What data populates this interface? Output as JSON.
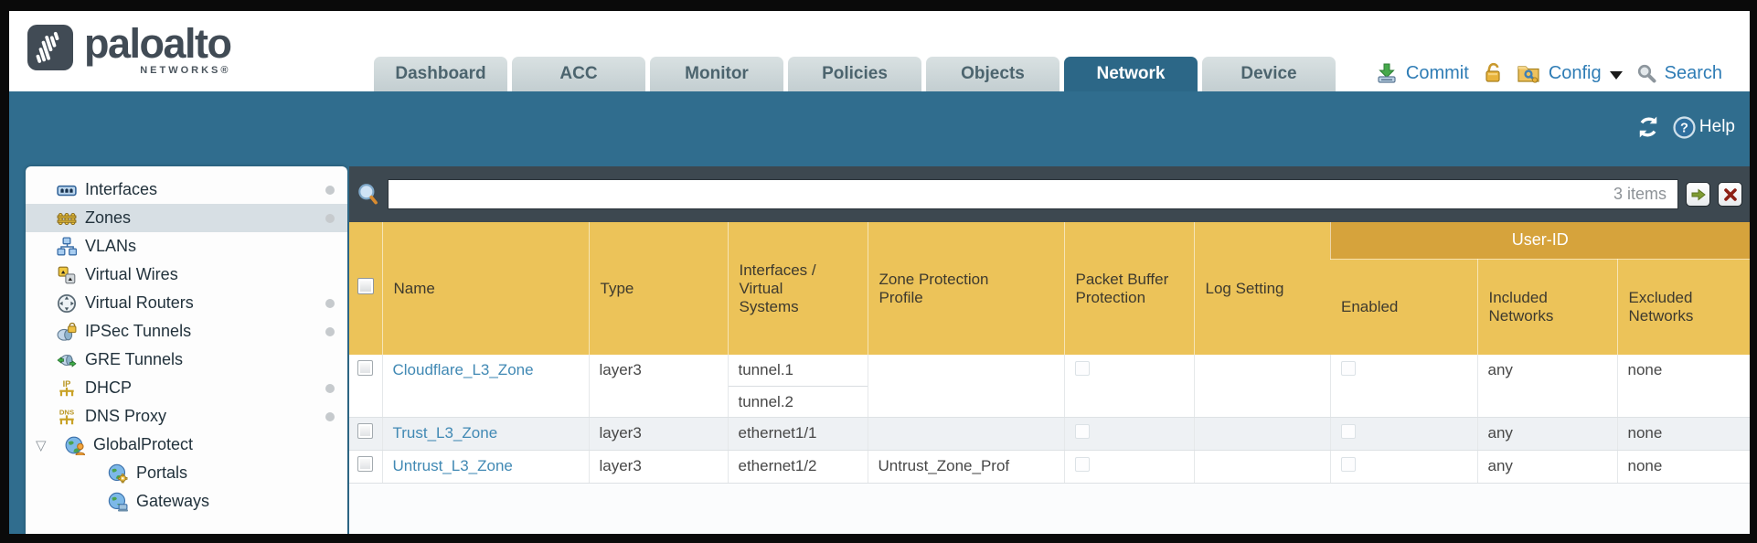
{
  "logo": {
    "brand": "paloalto",
    "sub": "NETWORKS®"
  },
  "nav": {
    "tabs": [
      {
        "label": "Dashboard",
        "active": false
      },
      {
        "label": "ACC",
        "active": false
      },
      {
        "label": "Monitor",
        "active": false
      },
      {
        "label": "Policies",
        "active": false
      },
      {
        "label": "Objects",
        "active": false
      },
      {
        "label": "Network",
        "active": true
      },
      {
        "label": "Device",
        "active": false
      }
    ],
    "actions": {
      "commit_label": "Commit",
      "config_label": "Config",
      "search_label": "Search"
    }
  },
  "band": {
    "help_label": "Help"
  },
  "sidebar": {
    "items": [
      {
        "label": "Interfaces",
        "icon": "interfaces-icon",
        "dot": true,
        "selected": false
      },
      {
        "label": "Zones",
        "icon": "zones-icon",
        "dot": true,
        "selected": true
      },
      {
        "label": "VLANs",
        "icon": "vlans-icon",
        "dot": false,
        "selected": false
      },
      {
        "label": "Virtual Wires",
        "icon": "virtual-wires-icon",
        "dot": false,
        "selected": false
      },
      {
        "label": "Virtual Routers",
        "icon": "virtual-routers-icon",
        "dot": true,
        "selected": false
      },
      {
        "label": "IPSec Tunnels",
        "icon": "ipsec-tunnels-icon",
        "dot": true,
        "selected": false
      },
      {
        "label": "GRE Tunnels",
        "icon": "gre-tunnels-icon",
        "dot": false,
        "selected": false
      },
      {
        "label": "DHCP",
        "icon": "dhcp-icon",
        "dot": true,
        "selected": false
      },
      {
        "label": "DNS Proxy",
        "icon": "dns-proxy-icon",
        "dot": true,
        "selected": false
      },
      {
        "label": "GlobalProtect",
        "icon": "globalprotect-icon",
        "dot": false,
        "selected": false,
        "expandable": true,
        "expanded": true
      },
      {
        "label": "Portals",
        "icon": "portals-icon",
        "dot": false,
        "selected": false,
        "child": true
      },
      {
        "label": "Gateways",
        "icon": "gateways-icon",
        "dot": false,
        "selected": false,
        "child": true
      }
    ]
  },
  "filterbar": {
    "value": "",
    "count_label": "3 items"
  },
  "table": {
    "group_header": "User-ID",
    "columns": [
      "Name",
      "Type",
      "Interfaces / Virtual Systems",
      "Zone Protection Profile",
      "Packet Buffer Protection",
      "Log Setting",
      "Enabled",
      "Included Networks",
      "Excluded Networks"
    ],
    "rows": [
      {
        "name": "Cloudflare_L3_Zone",
        "type": "layer3",
        "interfaces": [
          "tunnel.1",
          "tunnel.2"
        ],
        "zone_protection_profile": "",
        "packet_buffer_protection": false,
        "log_setting": "",
        "enabled": false,
        "included_networks": "any",
        "excluded_networks": "none"
      },
      {
        "name": "Trust_L3_Zone",
        "type": "layer3",
        "interfaces": [
          "ethernet1/1"
        ],
        "zone_protection_profile": "",
        "packet_buffer_protection": false,
        "log_setting": "",
        "enabled": false,
        "included_networks": "any",
        "excluded_networks": "none"
      },
      {
        "name": "Untrust_L3_Zone",
        "type": "layer3",
        "interfaces": [
          "ethernet1/2"
        ],
        "zone_protection_profile": "Untrust_Zone_Prof",
        "packet_buffer_protection": false,
        "log_setting": "",
        "enabled": false,
        "included_networks": "any",
        "excluded_networks": "none"
      }
    ]
  },
  "colors": {
    "teal_band": "#306d8e",
    "active_tab": "#2c6787",
    "header_gold": "#ecc359",
    "userid_gold": "#d6a33c",
    "link_blue": "#4189b4",
    "action_blue": "#2e7cb5"
  }
}
